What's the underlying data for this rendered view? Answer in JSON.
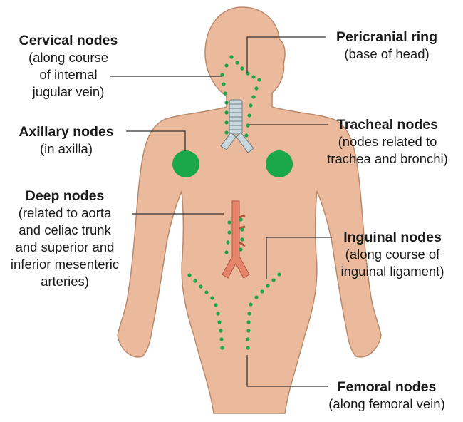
{
  "colors": {
    "skin": "#ebb99b",
    "skin_outline": "#b98a6d",
    "node": "#1aa64a",
    "trachea": "#c9d8de",
    "aorta": "#e6856b",
    "line": "#333333"
  },
  "labels": {
    "cervical": {
      "title": "Cervical nodes",
      "lines": [
        "(along course",
        "of internal",
        "jugular vein)"
      ]
    },
    "axillary": {
      "title": "Axillary nodes",
      "lines": [
        "(in axilla)"
      ]
    },
    "deep": {
      "title": "Deep nodes",
      "lines": [
        "(related to aorta",
        "and celiac trunk",
        "and superior and",
        "inferior mesenteric",
        "arteries)"
      ]
    },
    "pericranial": {
      "title": "Pericranial ring",
      "lines": [
        "(base of head)"
      ]
    },
    "tracheal": {
      "title": "Tracheal nodes",
      "lines": [
        "(nodes related to",
        "trachea and bronchi)"
      ]
    },
    "inguinal": {
      "title": "Inguinal nodes",
      "lines": [
        "(along course of",
        "inguinal ligament)"
      ]
    },
    "femoral": {
      "title": "Femoral nodes",
      "lines": [
        "(along femoral vein)"
      ]
    }
  }
}
